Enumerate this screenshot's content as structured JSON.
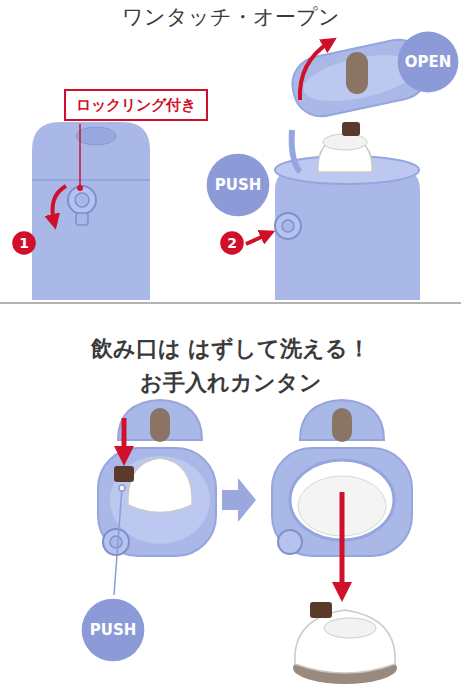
{
  "diagram": {
    "title": "ワンタッチ・オープン",
    "nodes": [
      {
        "text": [
          "OPEN"
        ]
      },
      {
        "text": [
          "ロックリング付き"
        ]
      },
      {
        "text": [
          "PUSH"
        ]
      },
      {
        "text": [
          "1"
        ]
      },
      {
        "text": [
          "2"
        ]
      },
      {
        "text": [
          "PUSH"
        ]
      }
    ],
    "labels": [
      "飲み口は はずして洗える！",
      "お手入れカンタン"
    ]
  }
}
